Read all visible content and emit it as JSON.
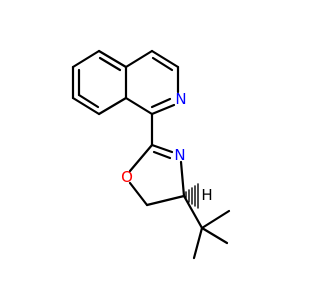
{
  "molecule": {
    "atoms": [
      {
        "id": "N_isoquinoline",
        "symbol": "N",
        "color": "#0000ff"
      },
      {
        "id": "N_oxazoline",
        "symbol": "N",
        "color": "#0000ff"
      },
      {
        "id": "O_oxazoline",
        "symbol": "O",
        "color": "#ff0000"
      },
      {
        "id": "H_stereo",
        "symbol": "H",
        "color": "#000000"
      }
    ],
    "bond_color": "#000000"
  }
}
